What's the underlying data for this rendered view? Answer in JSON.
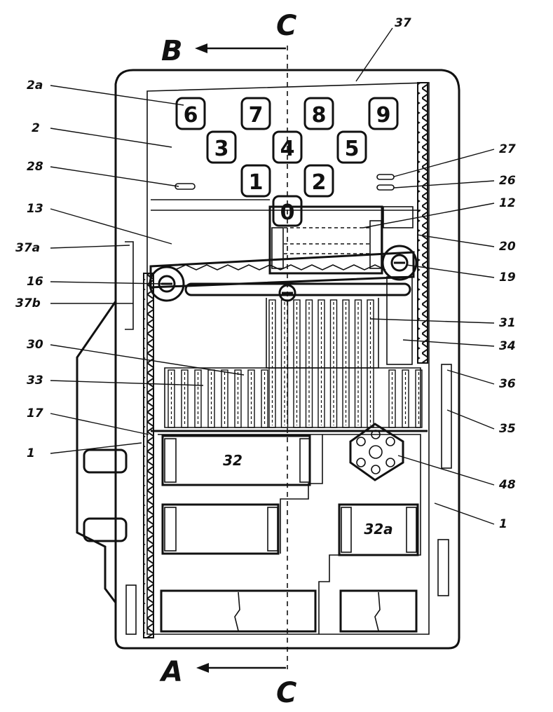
{
  "figure": {
    "section_labels": {
      "top": "C",
      "bottom": "C"
    },
    "arrows": {
      "top": "B",
      "bottom": "A"
    },
    "keys": [
      "6",
      "7",
      "8",
      "9",
      "3",
      "4",
      "5",
      "1",
      "2",
      "0"
    ],
    "register_labels": {
      "main": "32",
      "secondary": "32a"
    },
    "reference_labels": {
      "r37": "37",
      "r2a": "2a",
      "r2": "2",
      "r27": "27",
      "r28": "28",
      "r26": "26",
      "r13": "13",
      "r12": "12",
      "r37a": "37a",
      "r20": "20",
      "r16": "16",
      "r19": "19",
      "r37b": "37b",
      "r31": "31",
      "r30": "30",
      "r34": "34",
      "r33": "33",
      "r36": "36",
      "r17": "17",
      "r35": "35",
      "r1_left": "1",
      "r48": "48",
      "r1_right": "1"
    }
  }
}
